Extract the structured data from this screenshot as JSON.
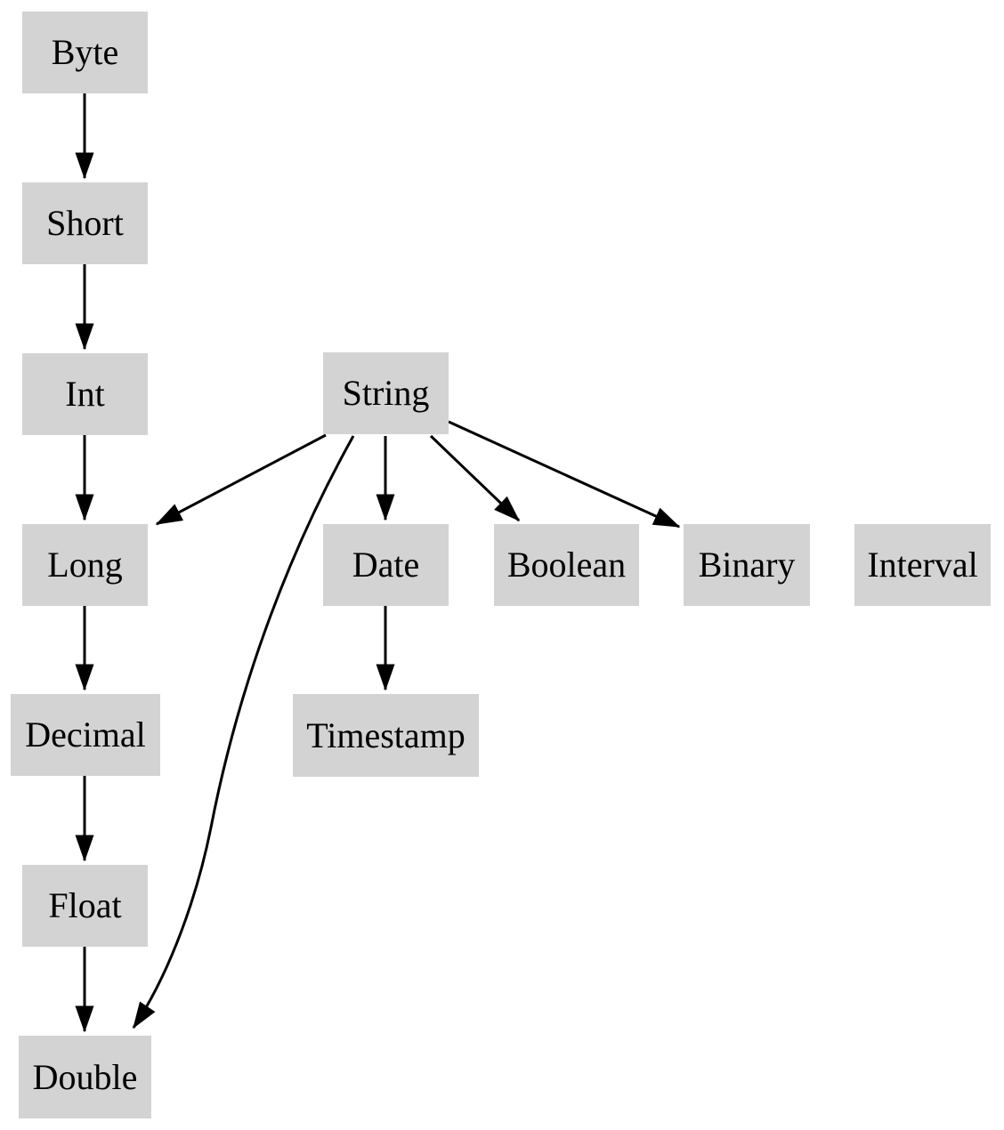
{
  "diagram": {
    "type": "directed-graph",
    "description_visible": false,
    "colors": {
      "background": "#ffffff",
      "node_fill": "#d3d3d3",
      "node_text": "#000000",
      "edge": "#000000"
    },
    "nodes": {
      "byte": {
        "label": "Byte"
      },
      "short": {
        "label": "Short"
      },
      "int": {
        "label": "Int"
      },
      "long": {
        "label": "Long"
      },
      "decimal": {
        "label": "Decimal"
      },
      "float": {
        "label": "Float"
      },
      "double": {
        "label": "Double"
      },
      "string": {
        "label": "String"
      },
      "date": {
        "label": "Date"
      },
      "boolean": {
        "label": "Boolean"
      },
      "binary": {
        "label": "Binary"
      },
      "interval": {
        "label": "Interval"
      },
      "timestamp": {
        "label": "Timestamp"
      }
    },
    "edges": [
      {
        "from": "Byte",
        "to": "Short"
      },
      {
        "from": "Short",
        "to": "Int"
      },
      {
        "from": "Int",
        "to": "Long"
      },
      {
        "from": "Long",
        "to": "Decimal"
      },
      {
        "from": "Decimal",
        "to": "Float"
      },
      {
        "from": "Float",
        "to": "Double"
      },
      {
        "from": "String",
        "to": "Long"
      },
      {
        "from": "String",
        "to": "Date"
      },
      {
        "from": "String",
        "to": "Boolean"
      },
      {
        "from": "String",
        "to": "Binary"
      },
      {
        "from": "String",
        "to": "Double"
      },
      {
        "from": "Date",
        "to": "Timestamp"
      }
    ]
  }
}
